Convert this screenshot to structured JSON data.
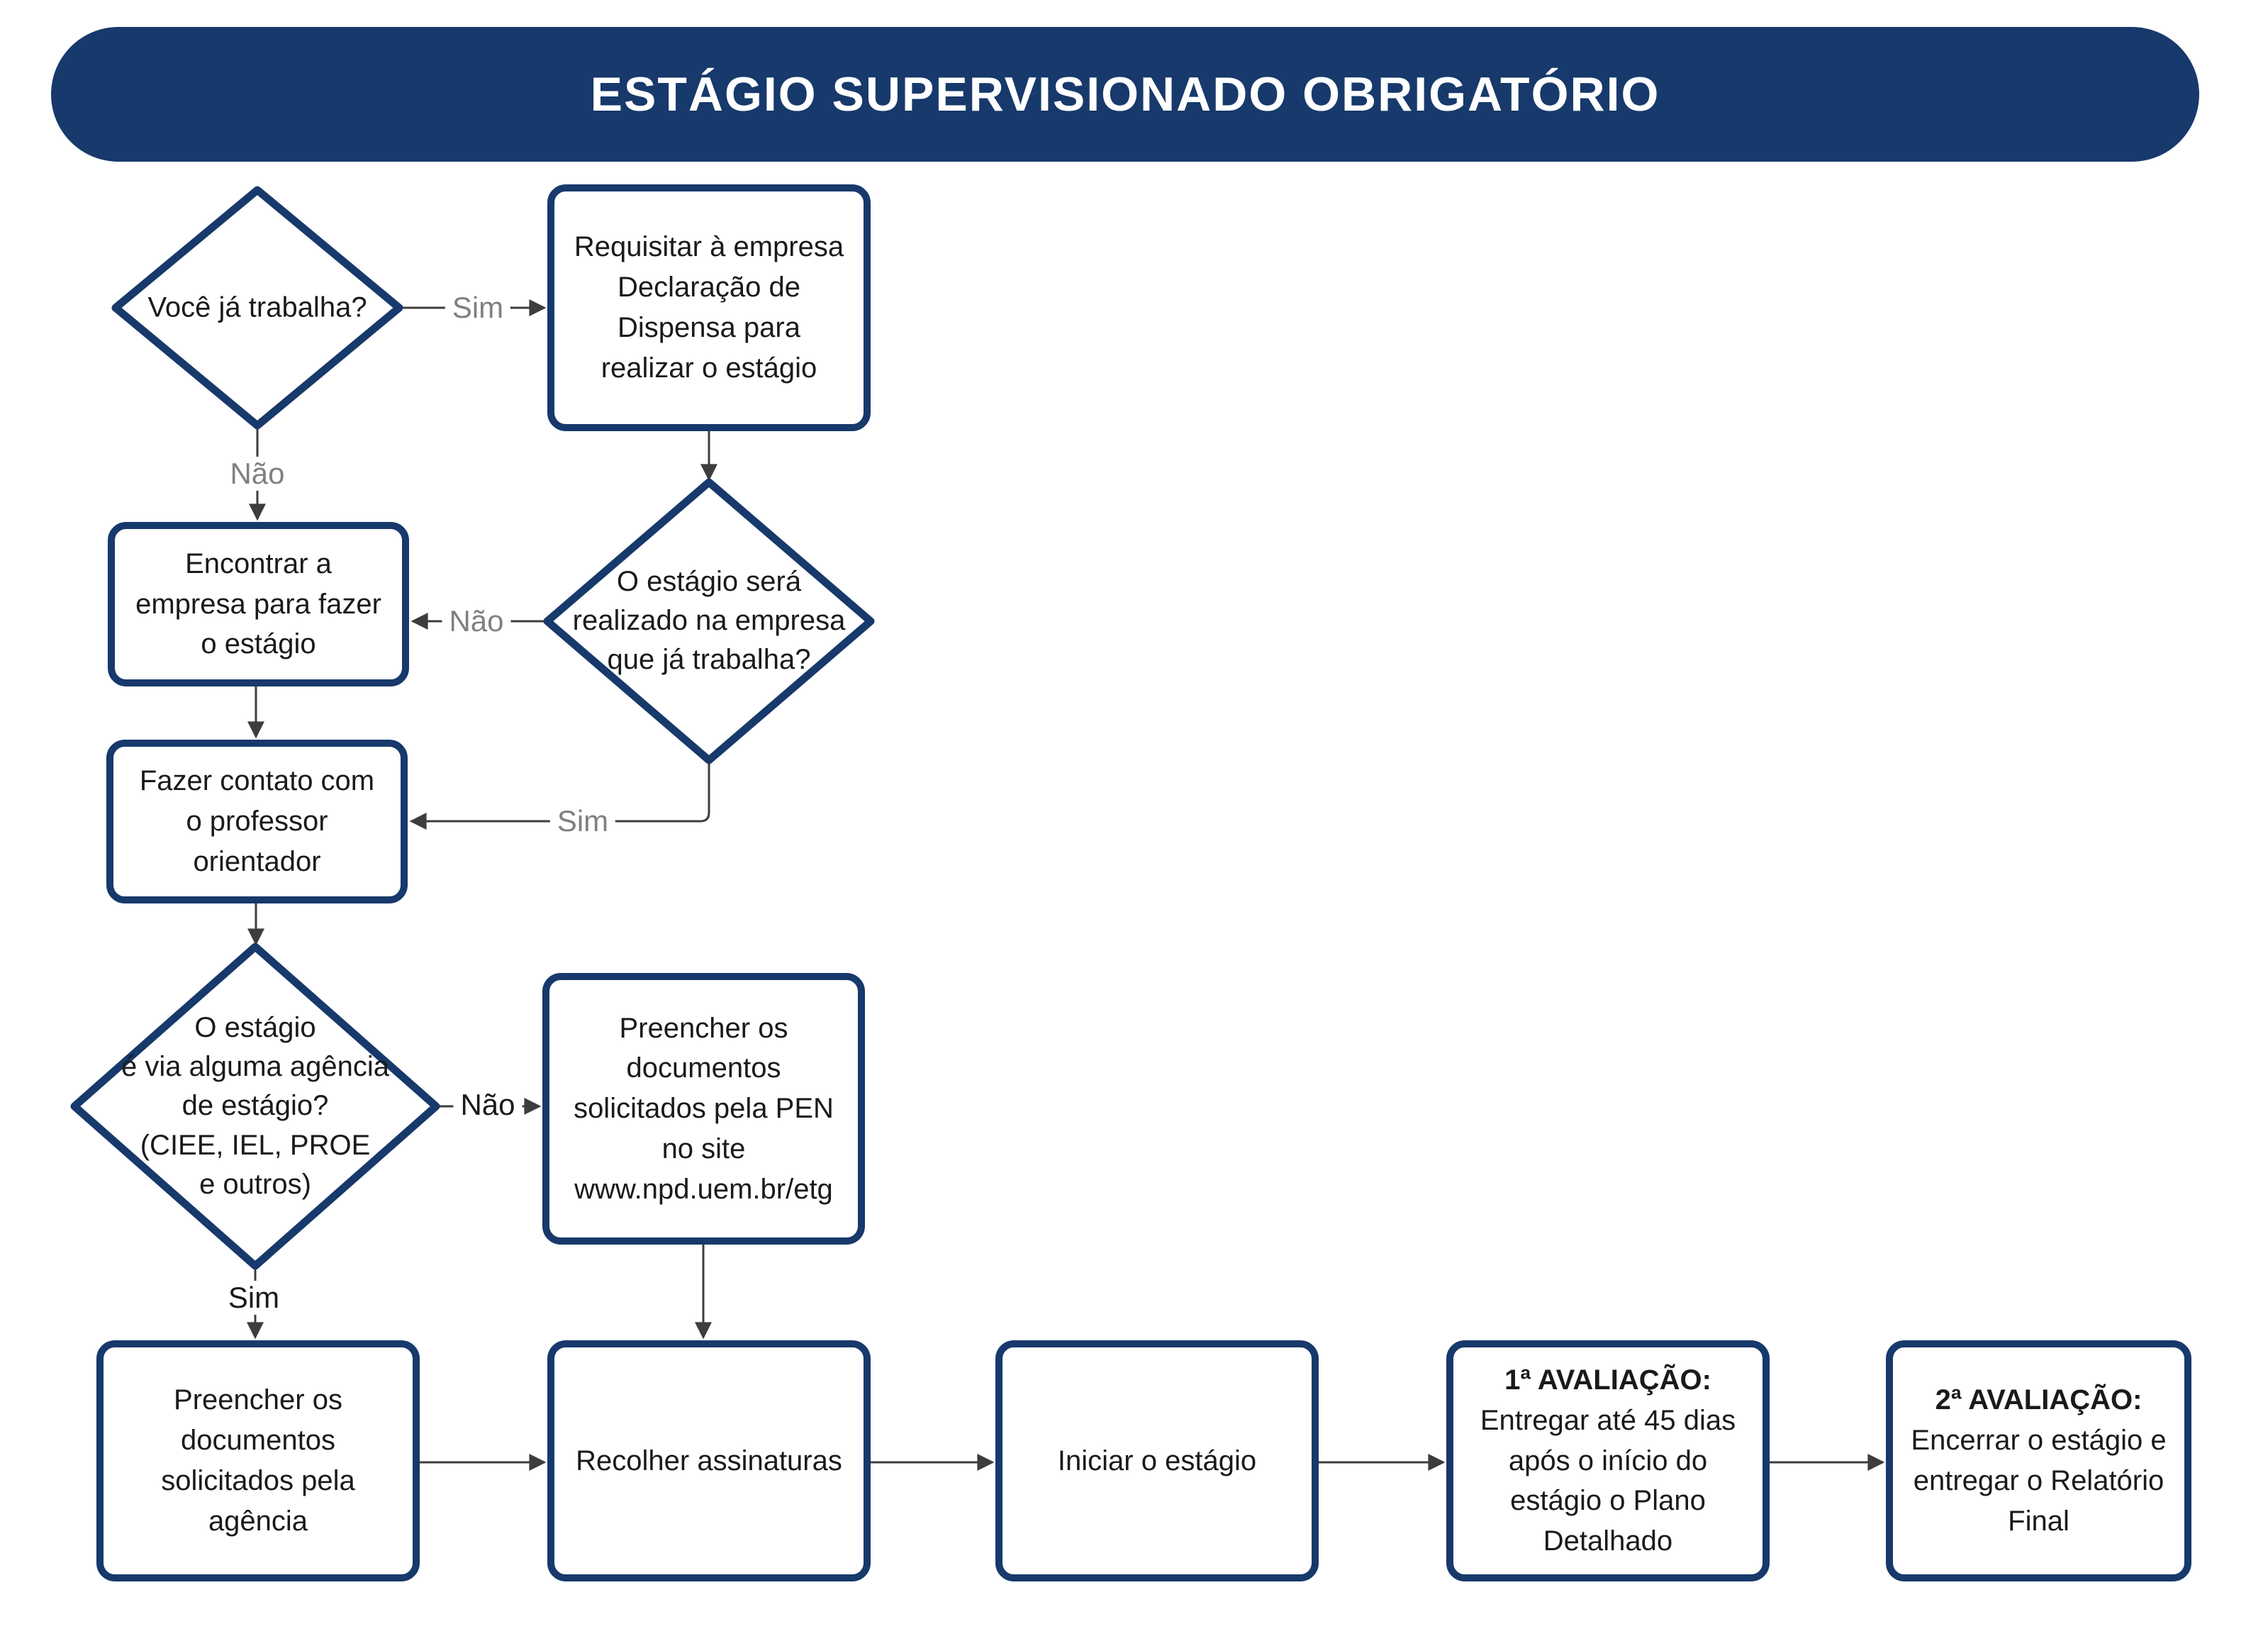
{
  "title": "ESTÁGIO SUPERVISIONADO OBRIGATÓRIO",
  "colors": {
    "banner_navy": "#17396B",
    "shape_border_navy": "#17396B",
    "connector_gray": "#3d3d3d",
    "edge_label_gray": "#808080",
    "edge_label_black": "#1a1a1a",
    "text_black": "#1a1a1a",
    "background": "#ffffff"
  },
  "nodes": {
    "start_question": "Você já trabalha?",
    "request_dispensation": "Requisitar à empresa\nDeclaração de\nDispensa para\nrealizar o estágio",
    "find_company": "Encontrar a\nempresa para fazer\no estágio",
    "company_question": "O estágio será\nrealizado na empresa\nque já trabalha?",
    "contact_professor": "Fazer contato com\no professor\norientador",
    "agency_question": "O estágio\né via alguma agência\nde estágio?\n(CIEE, IEL, PROE\ne outros)",
    "fill_pen_docs": "Preencher  os\ndocumentos\nsolicitados pela PEN\nno site\nwww.npd.uem.br/etg",
    "fill_agency_docs": "Preencher os\ndocumentos\nsolicitados pela\nagência",
    "collect_signatures": "Recolher assinaturas",
    "start_internship": "Iniciar o estágio",
    "evaluation1_title": "1ª AVALIAÇÃO:",
    "evaluation1_body": "Entregar até 45 dias\napós o início do\nestágio o Plano\nDetalhado",
    "evaluation2_title": "2ª AVALIAÇÃO:",
    "evaluation2_body": "Encerrar o estágio e\nentregar o Relatório\nFinal"
  },
  "edge_labels": {
    "yes1": "Sim",
    "no1": "Não",
    "no2": "Não",
    "yes2": "Sim",
    "no3": "Não",
    "yes3": "Sim"
  }
}
